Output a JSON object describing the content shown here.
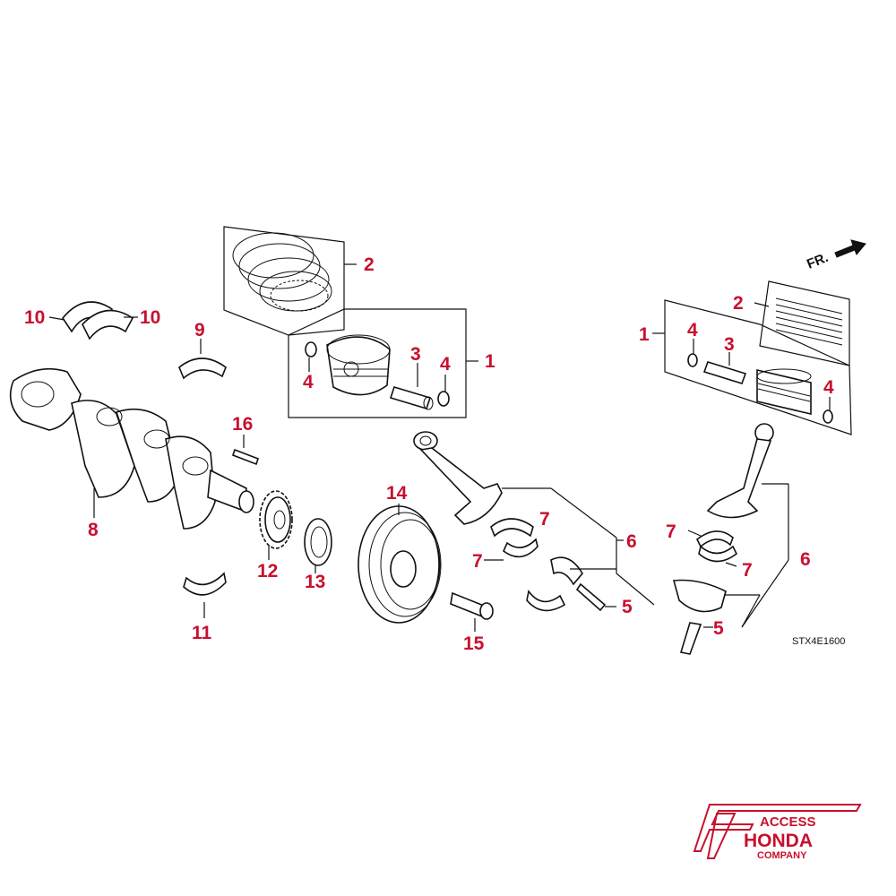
{
  "diagram": {
    "direction_label": "FR.",
    "drawing_code": "STX4E1600",
    "labels": {
      "p1_left": "1",
      "p2_left": "2",
      "p3_left": "3",
      "p4_left_a": "4",
      "p4_left_b": "4",
      "p1_right": "1",
      "p2_right": "2",
      "p3_right": "3",
      "p4_right_a": "4",
      "p4_right_b": "4",
      "p5_left": "5",
      "p5_right": "5",
      "p6_left": "6",
      "p6_right": "6",
      "p7_a": "7",
      "p7_b": "7",
      "p7_c": "7",
      "p7_d": "7",
      "p8": "8",
      "p9": "9",
      "p10_a": "10",
      "p10_b": "10",
      "p11": "11",
      "p12": "12",
      "p13": "13",
      "p14": "14",
      "p15": "15",
      "p16": "16"
    }
  },
  "logo": {
    "line1": "ACCESS",
    "line2": "HONDA",
    "line3": "COMPANY"
  },
  "colors": {
    "label": "#c8102e",
    "line": "#111111",
    "background": "#ffffff"
  }
}
